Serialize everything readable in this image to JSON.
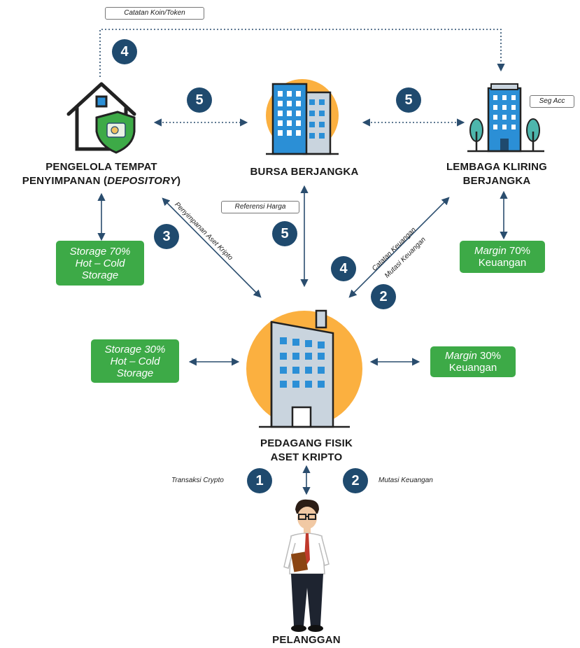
{
  "nodes": {
    "depository": {
      "line1": "PENGELOLA TEMPAT",
      "line2_pre": "PENYIMPANAN (",
      "line2_it": "DEPOSITORY",
      "line2_post": ")"
    },
    "exchange": {
      "label": "BURSA BERJANGKA"
    },
    "clearing": {
      "line1": "LEMBAGA KLIRING",
      "line2": "BERJANGKA"
    },
    "trader": {
      "line1": "PEDAGANG FISIK",
      "line2": "ASET KRIPTO"
    },
    "customer": {
      "label": "PELANGGAN"
    }
  },
  "boxes": {
    "storage70": {
      "line1": "Storage 70%",
      "line2": "Hot – Cold",
      "line3": "Storage"
    },
    "margin70": {
      "line1_it": "Margin",
      "line1_rest": " 70%",
      "line2": "Keuangan"
    },
    "storage30": {
      "line1": "Storage 30%",
      "line2": "Hot – Cold",
      "line3": "Storage"
    },
    "margin30": {
      "line1_it": "Margin",
      "line1_rest": " 30%",
      "line2": "Keuangan"
    }
  },
  "tags": {
    "coin_record": "Catatan Koin/Token",
    "seg_acc": "Seg Acc",
    "price_ref": "Referensi Harga"
  },
  "flow_labels": {
    "asset_storage": "Penyimpanan Aset Kripto",
    "financial_record": "Catatan Keuangan",
    "financial_mutation_diag": "Mutasi Keuangan",
    "crypto_tx": "Transaksi Crypto",
    "financial_mutation": "Mutasi Keuangan"
  },
  "steps": {
    "top_record": "4",
    "dep_exchange": "5",
    "exchange_clearing": "5",
    "trader_depository": "3",
    "trader_exchange": "5",
    "trader_clearing_record": "4",
    "trader_clearing_mutation": "2",
    "customer_tx": "1",
    "customer_mutation": "2"
  },
  "colors": {
    "navy": "#1f4a6e",
    "green": "#3daa47",
    "sun": "#fbb040",
    "building_blue": "#2b8fd6",
    "arrow": "#2a4d6e"
  }
}
